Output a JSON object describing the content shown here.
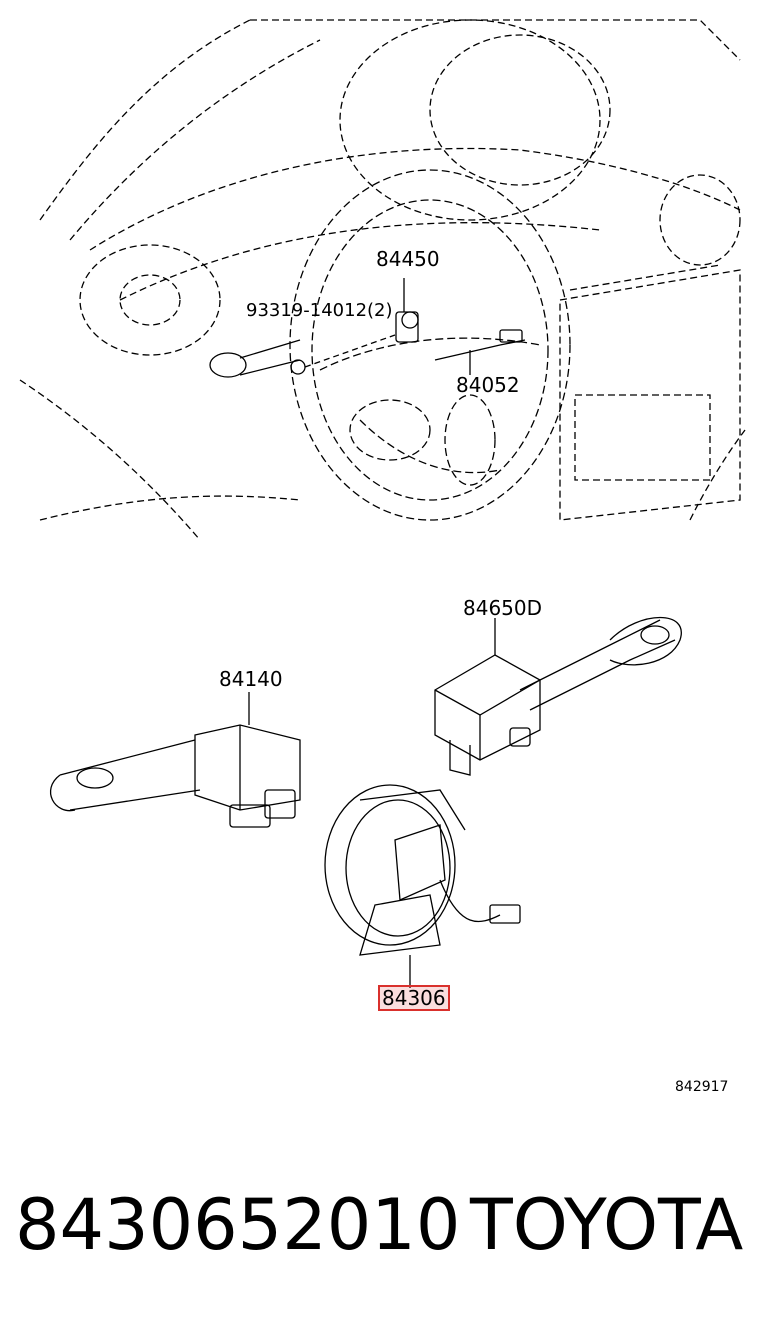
{
  "callouts": {
    "p84450": "84450",
    "p93319": "93319-14012(2)",
    "p84052": "84052",
    "p84650d": "84650D",
    "p84140": "84140",
    "p84306": "84306",
    "ref": "842917"
  },
  "footer": {
    "part_number": "8430652010",
    "brand": "TOYOTA"
  },
  "colors": {
    "highlight": "#d9302c",
    "line": "#000000"
  }
}
